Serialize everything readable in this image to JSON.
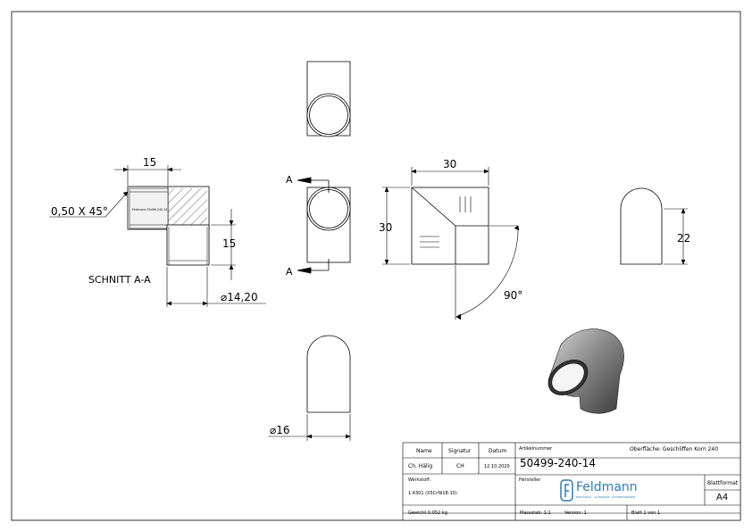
{
  "dimensions": {
    "section_width": "15",
    "chamfer": "0,50 X 45°",
    "section_height": "15",
    "diameter_inner": "⌀14,20",
    "front_width": "30",
    "front_height": "30",
    "angle": "90°",
    "side_height": "22",
    "diameter_outer": "⌀16"
  },
  "labels": {
    "section_title": "SCHNITT A-A",
    "section_marker": "A",
    "part_engraving": "Feldmann 50499-240-14"
  },
  "title_block": {
    "headers": {
      "name": "Name",
      "signature": "Signatur",
      "date": "Datum"
    },
    "row": {
      "name": "Ch. Hälig",
      "signature": "CH",
      "date": "12.10.2020"
    },
    "article_label": "Artikelnummer",
    "article_number": "50499-240-14",
    "surface": "Oberfläche: Geschliffen Korn 240",
    "material_label": "Werkstoff:",
    "material": "1.4301 (X5CrNi18-10)",
    "manufacturer_label": "Hersteller",
    "logo_text": "Feldmann",
    "logo_tagline": "EDELSTAHL · ALUMINIUM · SCHWEISSBAREN",
    "sheet_format_label": "Blattformat",
    "sheet_format": "A4",
    "weight": "Gewicht 0,052 kg",
    "scale": "Massstab: 1:1",
    "version": "Version: 1",
    "sheet": "Blatt 1 von 1"
  }
}
